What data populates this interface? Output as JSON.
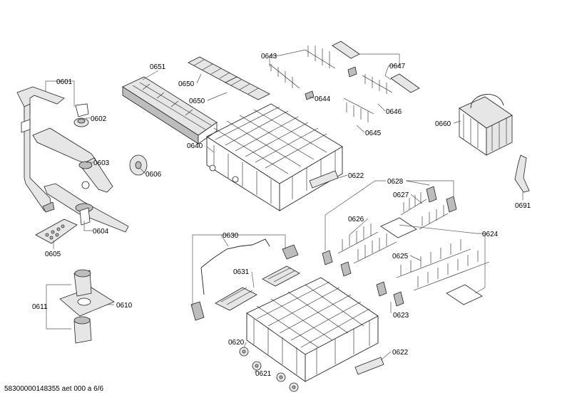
{
  "document_id": "58300000148355 aet 000 a 6/6",
  "part_labels": {
    "p0601": "0601",
    "p0602": "0602",
    "p0603": "0603",
    "p0604": "0604",
    "p0605": "0605",
    "p0606": "0606",
    "p0610": "0610",
    "p0611": "0611",
    "p0620": "0620",
    "p0621": "0621",
    "p0622a": "0622",
    "p0622b": "0622",
    "p0623": "0623",
    "p0624": "0624",
    "p0625": "0625",
    "p0626": "0626",
    "p0627": "0627",
    "p0628": "0628",
    "p0630": "0630",
    "p0631": "0631",
    "p0640": "0640",
    "p0643": "0643",
    "p0644": "0644",
    "p0645": "0645",
    "p0646": "0646",
    "p0647": "0647",
    "p0650a": "0650",
    "p0650b": "0650",
    "p0651": "0651",
    "p0660": "0660",
    "p0691": "0691"
  }
}
